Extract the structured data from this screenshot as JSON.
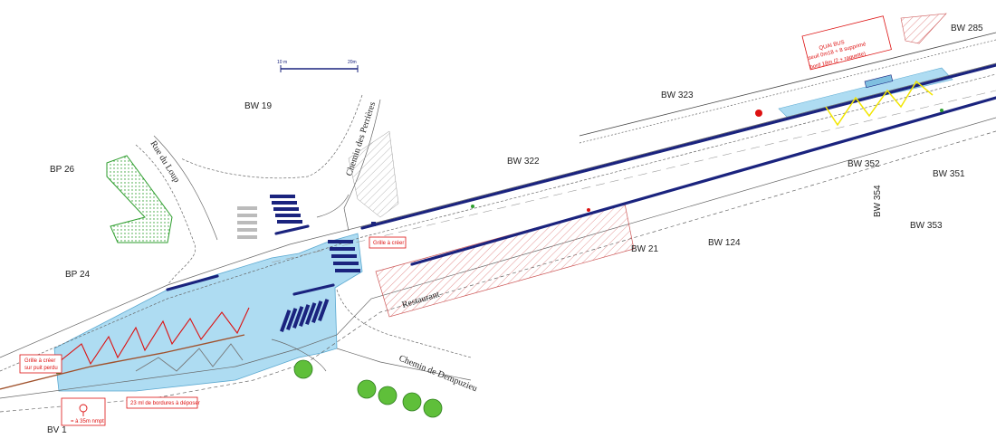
{
  "scale_bar": {
    "start": "10 m",
    "end": "20m"
  },
  "parcels": [
    {
      "id": "bw285",
      "text": "BW 285"
    },
    {
      "id": "bw323",
      "text": "BW 323"
    },
    {
      "id": "bw322",
      "text": "BW 322"
    },
    {
      "id": "bw19",
      "text": "BW 19"
    },
    {
      "id": "bp26",
      "text": "BP 26"
    },
    {
      "id": "bp24",
      "text": "BP 24"
    },
    {
      "id": "bw21",
      "text": "BW 21"
    },
    {
      "id": "bw124",
      "text": "BW 124"
    },
    {
      "id": "bw352",
      "text": "BW 352"
    },
    {
      "id": "bw351",
      "text": "BW 351"
    },
    {
      "id": "bw354",
      "text": "BW 354"
    },
    {
      "id": "bw353",
      "text": "BW 353"
    },
    {
      "id": "bv1",
      "text": "BV 1"
    }
  ],
  "streets": {
    "loup": "Rue du Loup",
    "perrieres": "Chemin des Perrières",
    "dempuzieu": "Chemin de Dempuzieu"
  },
  "building_label": "Restaurant",
  "annotations": {
    "quai_bus_l1": "QUAI BUS",
    "quai_bus_l2": "seuil 0m18 + 8 supprimé",
    "quai_bus_l3": "bord 18m (2 + raquette)",
    "grille_right": "Grille à créer",
    "grille_left_l1": "Grille à créer",
    "grille_left_l2": "sur puit perdu",
    "bottom_note": "23 ml de bordures à déposer",
    "legend_note": "= à 35m nmpt"
  },
  "colors": {
    "road_blue": "#aedcf2",
    "bus_lane": "#1a237e",
    "annotation_red": "#d11111",
    "green_area": "#2e9e2e",
    "zigzag": "#f2e600"
  }
}
